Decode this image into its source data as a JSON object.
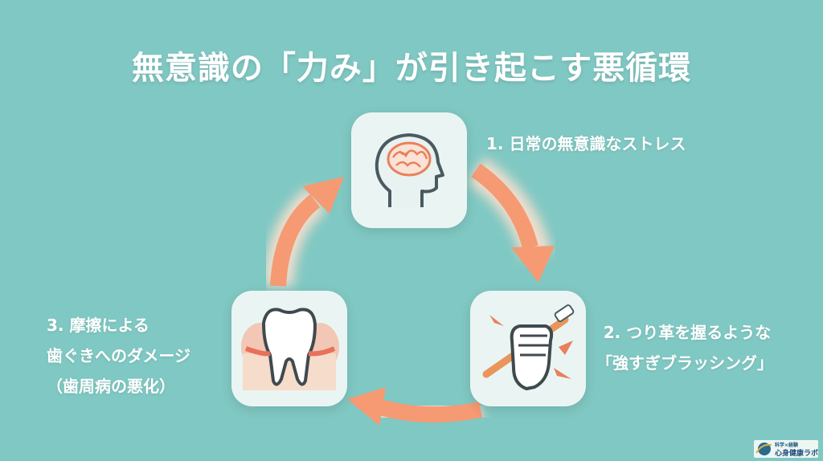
{
  "title": "無意識の「力み」が引き起こす悪循環",
  "steps": [
    {
      "lines": [
        "1. 日常の無意識なストレス"
      ],
      "icon": "head-brain-icon"
    },
    {
      "lines": [
        "2. つり革を握るような",
        "「強すぎブラッシング」"
      ],
      "icon": "fist-toothbrush-icon"
    },
    {
      "lines": [
        "3. 摩擦による",
        "歯ぐきへのダメージ",
        "（歯周病の悪化）"
      ],
      "icon": "inflamed-tooth-icon"
    }
  ],
  "logo": {
    "tagline": "科学×経験",
    "name": "心身健康ラボ"
  },
  "colors": {
    "background": "#80c8c3",
    "arrow": "#f59a72",
    "card": "#eaf5f3",
    "inflammation": "#f0785a"
  }
}
